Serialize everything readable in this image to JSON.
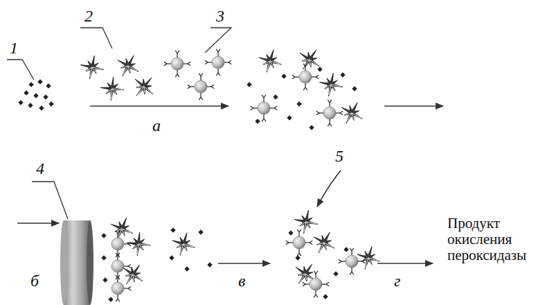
{
  "diagram": {
    "labels": [
      "1",
      "2",
      "3",
      "а",
      "4",
      "б",
      "в",
      "5",
      "г",
      "Продукт окисления пероксидазы"
    ]
  }
}
